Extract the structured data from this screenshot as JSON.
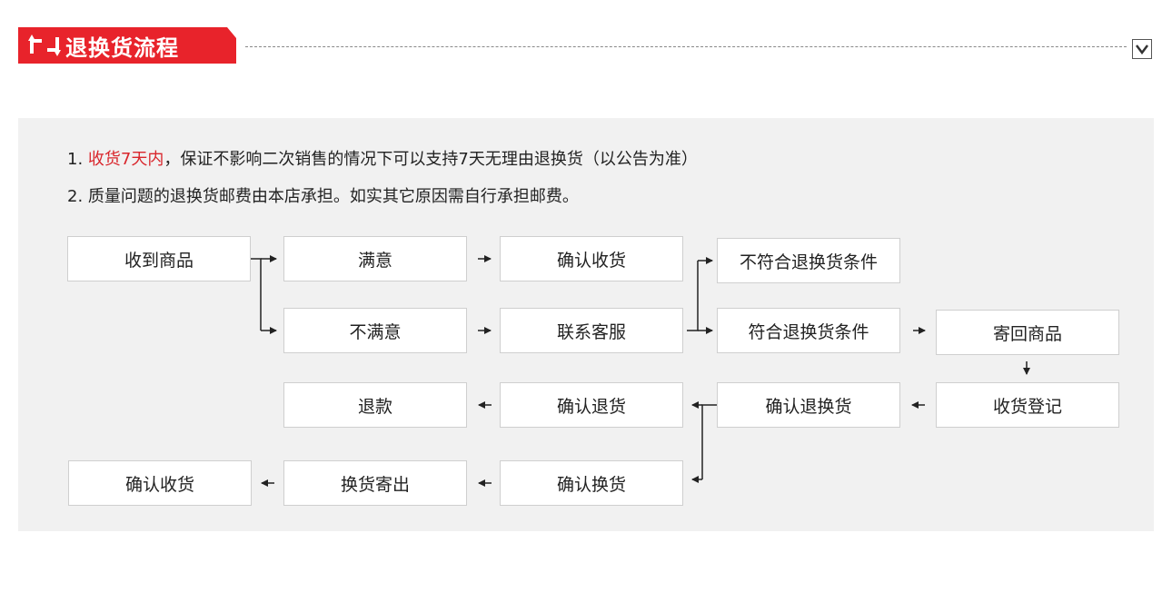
{
  "header": {
    "title": "退换货流程",
    "icon": "return-exchange-icon",
    "collapse_icon": "chevron-down-icon",
    "accent_color": "#e8232b"
  },
  "notes": [
    {
      "index": "1.",
      "highlight": "收货7天内",
      "text": "，保证不影响二次销售的情况下可以支持7天无理由退换货（以公告为准）"
    },
    {
      "index": "2.",
      "highlight": "",
      "text": "质量问题的退换货邮费由本店承担。如实其它原因需自行承担邮费。"
    }
  ],
  "flow": {
    "received": "收到商品",
    "satisfied": "满意",
    "confirm_receipt_1": "确认收货",
    "not_meet_conditions": "不符合退换货条件",
    "dissatisfied": "不满意",
    "contact_service": "联系客服",
    "meet_conditions": "符合退换货条件",
    "send_back": "寄回商品",
    "receive_register": "收货登记",
    "confirm_return_exchange": "确认退换货",
    "confirm_return": "确认退货",
    "refund": "退款",
    "confirm_exchange": "确认换货",
    "ship_exchange": "换货寄出",
    "confirm_receipt_2": "确认收货"
  }
}
